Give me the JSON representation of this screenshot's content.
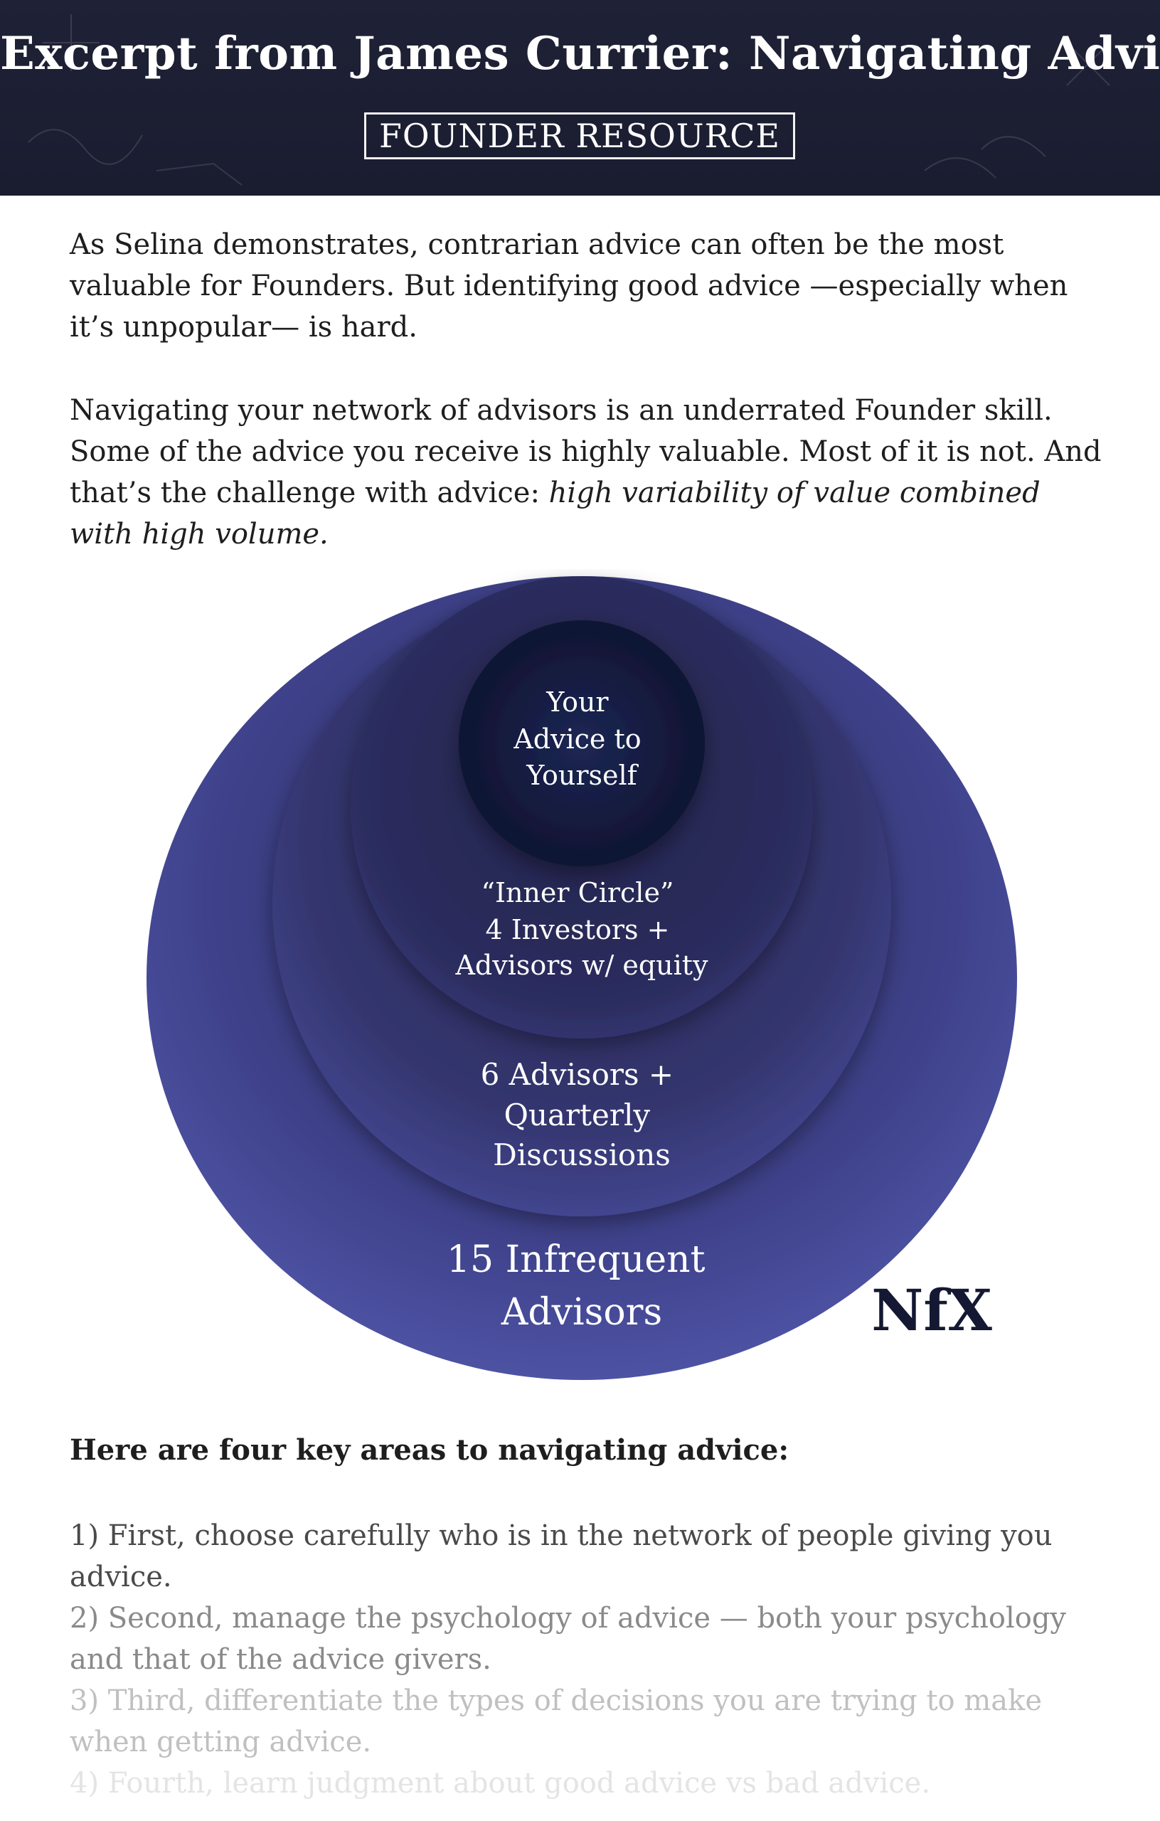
{
  "header": {
    "title": "Excerpt from James Currier: Navigating Advice",
    "badge": "FOUNDER RESOURCE"
  },
  "intro": {
    "paragraph_1": "As Selina demonstrates, contrarian advice can often be the most valuable for Founders. But identifying good advice —especially when it’s unpopular— is hard.",
    "paragraph_2_plain": "Navigating your network of advisors is an underrated Founder skill. Some of the advice you receive is highly valuable. Most of it is not. And that’s the challenge with advice: ",
    "paragraph_2_italic": "high variability of value combined with high volume."
  },
  "diagram": {
    "rings": [
      {
        "lines": [
          "Your",
          "Advice to",
          "Yourself"
        ]
      },
      {
        "lines": [
          "“Inner Circle”",
          "4 Investors +",
          "Advisors w/ equity"
        ]
      },
      {
        "lines": [
          "6 Advisors +",
          "Quarterly",
          "Discussions"
        ]
      },
      {
        "lines": [
          "15 Infrequent",
          "Advisors"
        ]
      }
    ],
    "logo": "NfX",
    "colors": {
      "outer": "#4a4e9e",
      "second": "#3e4089",
      "third": "#2e2f68",
      "core": "#141a3c"
    }
  },
  "list": {
    "heading": "Here are four key areas to navigating advice:",
    "items": [
      "1) First, choose carefully who is in the network of people giving you advice.",
      "2) Second, manage the psychology of advice — both your psychology and that of the advice givers.",
      "3) Third, differentiate the types of decisions you are trying to make when getting advice.",
      "4) Fourth, learn judgment about good advice vs bad advice."
    ]
  }
}
